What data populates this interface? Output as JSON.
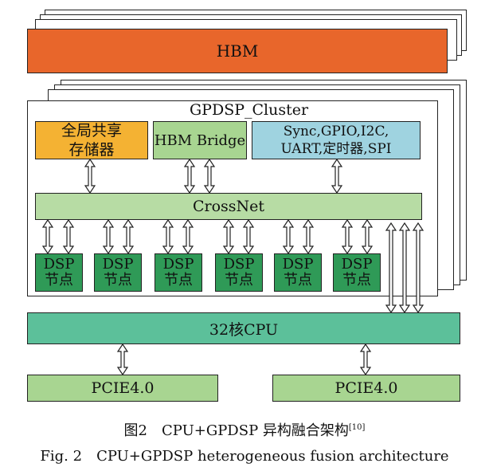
{
  "hbm": {
    "label": "HBM"
  },
  "cluster": {
    "label": "GPDSP_Cluster"
  },
  "global_memory": {
    "line1": "全局共享",
    "line2": "存储器"
  },
  "hbm_bridge": {
    "label": "HBM Bridge"
  },
  "peripherals": {
    "line1": "Sync,GPIO,I2C,",
    "line2": "UART,定时器,SPI"
  },
  "crossnet": {
    "label": "CrossNet"
  },
  "dsp_nodes": [
    {
      "line1": "DSP",
      "line2": "节点"
    },
    {
      "line1": "DSP",
      "line2": "节点"
    },
    {
      "line1": "DSP",
      "line2": "节点"
    },
    {
      "line1": "DSP",
      "line2": "节点"
    },
    {
      "line1": "DSP",
      "line2": "节点"
    },
    {
      "line1": "DSP",
      "line2": "节点"
    }
  ],
  "cpu": {
    "label": "32核CPU"
  },
  "pcie": [
    {
      "label": "PCIE4.0"
    },
    {
      "label": "PCIE4.0"
    }
  ],
  "caption": {
    "cn": "图2　CPU+GPDSP 异构融合架构",
    "cn_ref": "[10]",
    "en": "Fig. 2　CPU+GPDSP heterogeneous fusion architecture"
  },
  "colors": {
    "hbm": "#e8662b",
    "memory": "#f4b233",
    "bridge": "#a8d591",
    "peripherals": "#9fd3e0",
    "crossnet": "#b7dca4",
    "dsp": "#2f9a57",
    "cpu": "#5cc09a",
    "pcie": "#a8d591"
  }
}
